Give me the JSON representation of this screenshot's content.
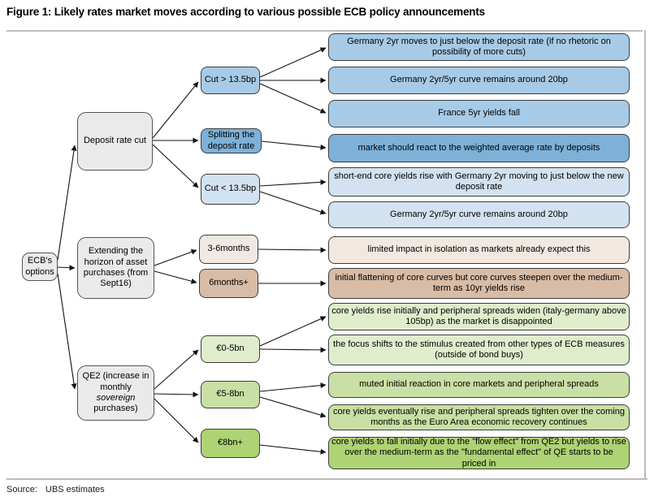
{
  "title": "Figure 1: Likely rates market moves according to various possible ECB policy announcements",
  "source": {
    "label": "Source:",
    "text": "UBS estimates"
  },
  "colors": {
    "node_gray": "#eaeaea",
    "blue_mid": "#a7cbe7",
    "blue_dark": "#7db1d8",
    "blue_pale": "#d3e2f0",
    "cream": "#f1e9e1",
    "tan": "#d8bca6",
    "green_pale": "#dfedcd",
    "green_mid": "#c8e0a4",
    "green_dark": "#add374",
    "border": "#3c3c3c"
  },
  "tree": {
    "root": {
      "label": "ECB's options",
      "color": "#eaeaea"
    },
    "branches": [
      {
        "label": "Deposit rate cut",
        "color": "#eaeaea",
        "options": [
          {
            "label": "Cut > 13.5bp",
            "color": "#a7cbe7",
            "outcomes": [
              {
                "label": "Germany 2yr moves to just below the deposit rate (if no rhetoric on possibility of more cuts)",
                "color": "#a7cbe7"
              },
              {
                "label": "Germany 2yr/5yr curve remains around 20bp",
                "color": "#a7cbe7"
              },
              {
                "label": "France 5yr yields fall",
                "color": "#a7cbe7"
              }
            ]
          },
          {
            "label": "Splitting the deposit rate",
            "color": "#7db1d8",
            "outcomes": [
              {
                "label": "market should react to the weighted average rate by deposits",
                "color": "#7db1d8"
              }
            ]
          },
          {
            "label": "Cut < 13.5bp",
            "color": "#d3e2f0",
            "outcomes": [
              {
                "label": "short-end core yields rise with Germany 2yr moving to just below the new deposit rate",
                "color": "#d3e2f0"
              },
              {
                "label": "Germany 2yr/5yr curve remains around 20bp",
                "color": "#d3e2f0"
              }
            ]
          }
        ]
      },
      {
        "label": "Extending the horizon of asset purchases (from Sept16)",
        "color": "#eaeaea",
        "options": [
          {
            "label": "3-6months",
            "color": "#f1e9e1",
            "outcomes": [
              {
                "label": "limited impact in isolation as markets already expect this",
                "color": "#f1e9e1"
              }
            ]
          },
          {
            "label": "6months+",
            "color": "#d8bca6",
            "outcomes": [
              {
                "label": "initial flattening of core curves but core curves steepen over the medium-term as 10yr yields rise",
                "color": "#d8bca6"
              }
            ]
          }
        ]
      },
      {
        "label_pre": "QE2 (increase in monthly ",
        "label_italic": "sovereign",
        "label_post": " purchases)",
        "color": "#eaeaea",
        "options": [
          {
            "label": "€0-5bn",
            "color": "#dfedcd",
            "outcomes": [
              {
                "label": "core yields rise initially and peripheral spreads widen (italy-germany above 105bp) as the market is disappointed",
                "color": "#dfedcd"
              },
              {
                "label": "the focus shifts to the stimulus created from other types of ECB measures (outside of bond buys)",
                "color": "#dfedcd"
              }
            ]
          },
          {
            "label": "€5-8bn",
            "color": "#c8e0a4",
            "outcomes": [
              {
                "label": "muted initial reaction in core markets and peripheral spreads",
                "color": "#c8e0a4"
              },
              {
                "label": "core yields eventually rise and peripheral spreads tighten over the coming months as the Euro Area economic recovery continues",
                "color": "#c8e0a4"
              }
            ]
          },
          {
            "label": "€8bn+",
            "color": "#add374",
            "outcomes": [
              {
                "label": "core yields to fall initially due to the \"flow effect\" from QE2 but yields to rise over the medium-term as the \"fundamental effect\" of QE starts to be priced in",
                "color": "#add374"
              }
            ]
          }
        ]
      }
    ]
  }
}
